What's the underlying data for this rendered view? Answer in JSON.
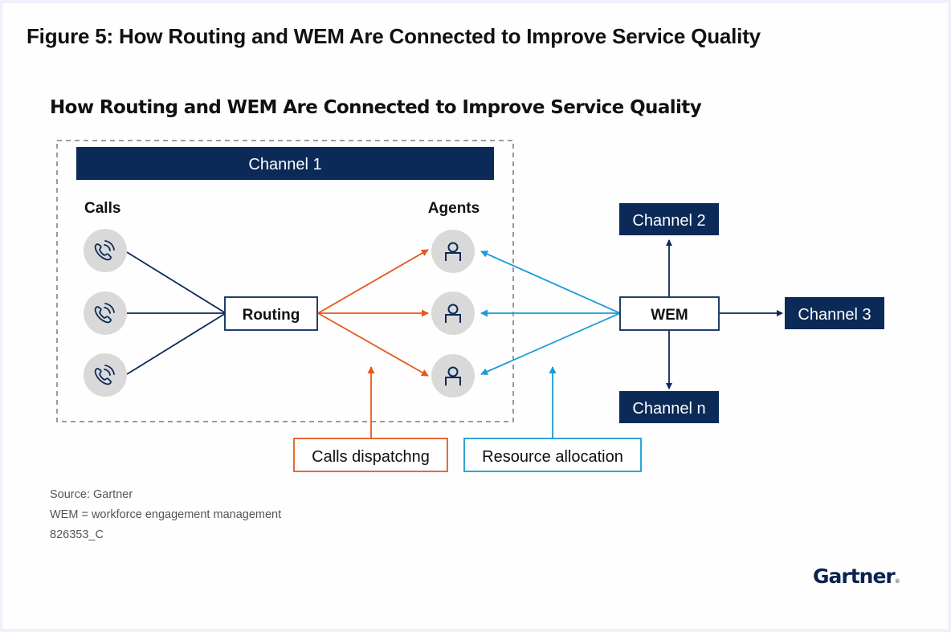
{
  "figure_title": "Figure 5: How Routing and WEM Are Connected to Improve Service Quality",
  "diagram_title": "How Routing and WEM Are Connected to Improve Service Quality",
  "colors": {
    "navy": "#0b2a57",
    "orange": "#e8581e",
    "blue": "#1a9ad6",
    "circle_fill": "#d9d9d9",
    "dashed_border": "#7a7a7a"
  },
  "channel1": {
    "label": "Channel 1"
  },
  "calls": {
    "heading": "Calls",
    "icons": [
      "phone-icon",
      "phone-icon",
      "phone-icon"
    ]
  },
  "agents": {
    "heading": "Agents",
    "icons": [
      "person-icon",
      "person-icon",
      "person-icon"
    ]
  },
  "routing": {
    "label": "Routing"
  },
  "wem": {
    "label": "WEM"
  },
  "channels": {
    "channel2": "Channel 2",
    "channel3": "Channel 3",
    "channeln": "Channel n"
  },
  "callouts": {
    "dispatching": "Calls dispatchng",
    "allocation": "Resource allocation"
  },
  "footnotes": {
    "source": "Source: Gartner",
    "definition": "WEM = workforce engagement management",
    "id": "826353_C"
  },
  "logo": {
    "text": "Gartner",
    "mark": "®"
  }
}
